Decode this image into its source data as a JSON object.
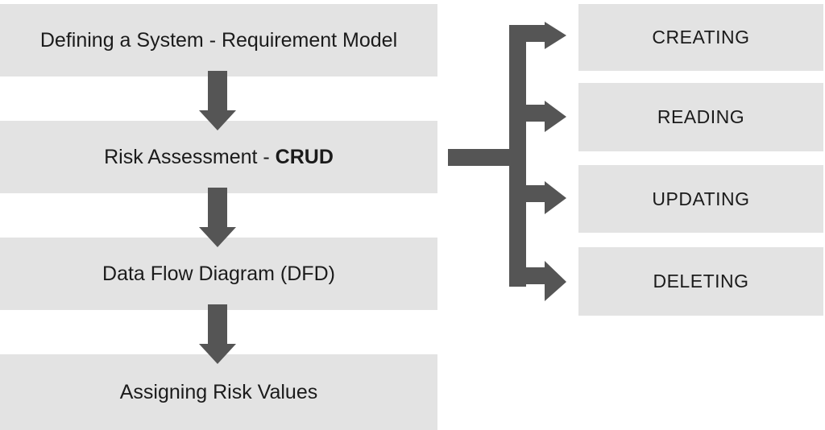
{
  "diagram": {
    "title": "Risk assessment flow with CRUD branch",
    "colors": {
      "box_fill": "#e3e3e3",
      "arrow_fill": "#555555",
      "text": "#1b1b1b",
      "background": "#ffffff"
    },
    "flow_steps": [
      {
        "id": "step-1",
        "label": "Defining a System - Requirement Model"
      },
      {
        "id": "step-2",
        "label_prefix": "Risk Assessment - ",
        "label_emphasis": "CRUD"
      },
      {
        "id": "step-3",
        "label": "Data Flow Diagram (DFD)"
      },
      {
        "id": "step-4",
        "label": "Assigning Risk Values"
      }
    ],
    "crud_operations": [
      {
        "id": "op-1",
        "label": "CREATING"
      },
      {
        "id": "op-2",
        "label": "READING"
      },
      {
        "id": "op-3",
        "label": "UPDATING"
      },
      {
        "id": "op-4",
        "label": "DELETING"
      }
    ],
    "connectors": {
      "down_arrows": 3,
      "branch_arrows": 4,
      "branch_source": "Risk Assessment - CRUD"
    }
  }
}
